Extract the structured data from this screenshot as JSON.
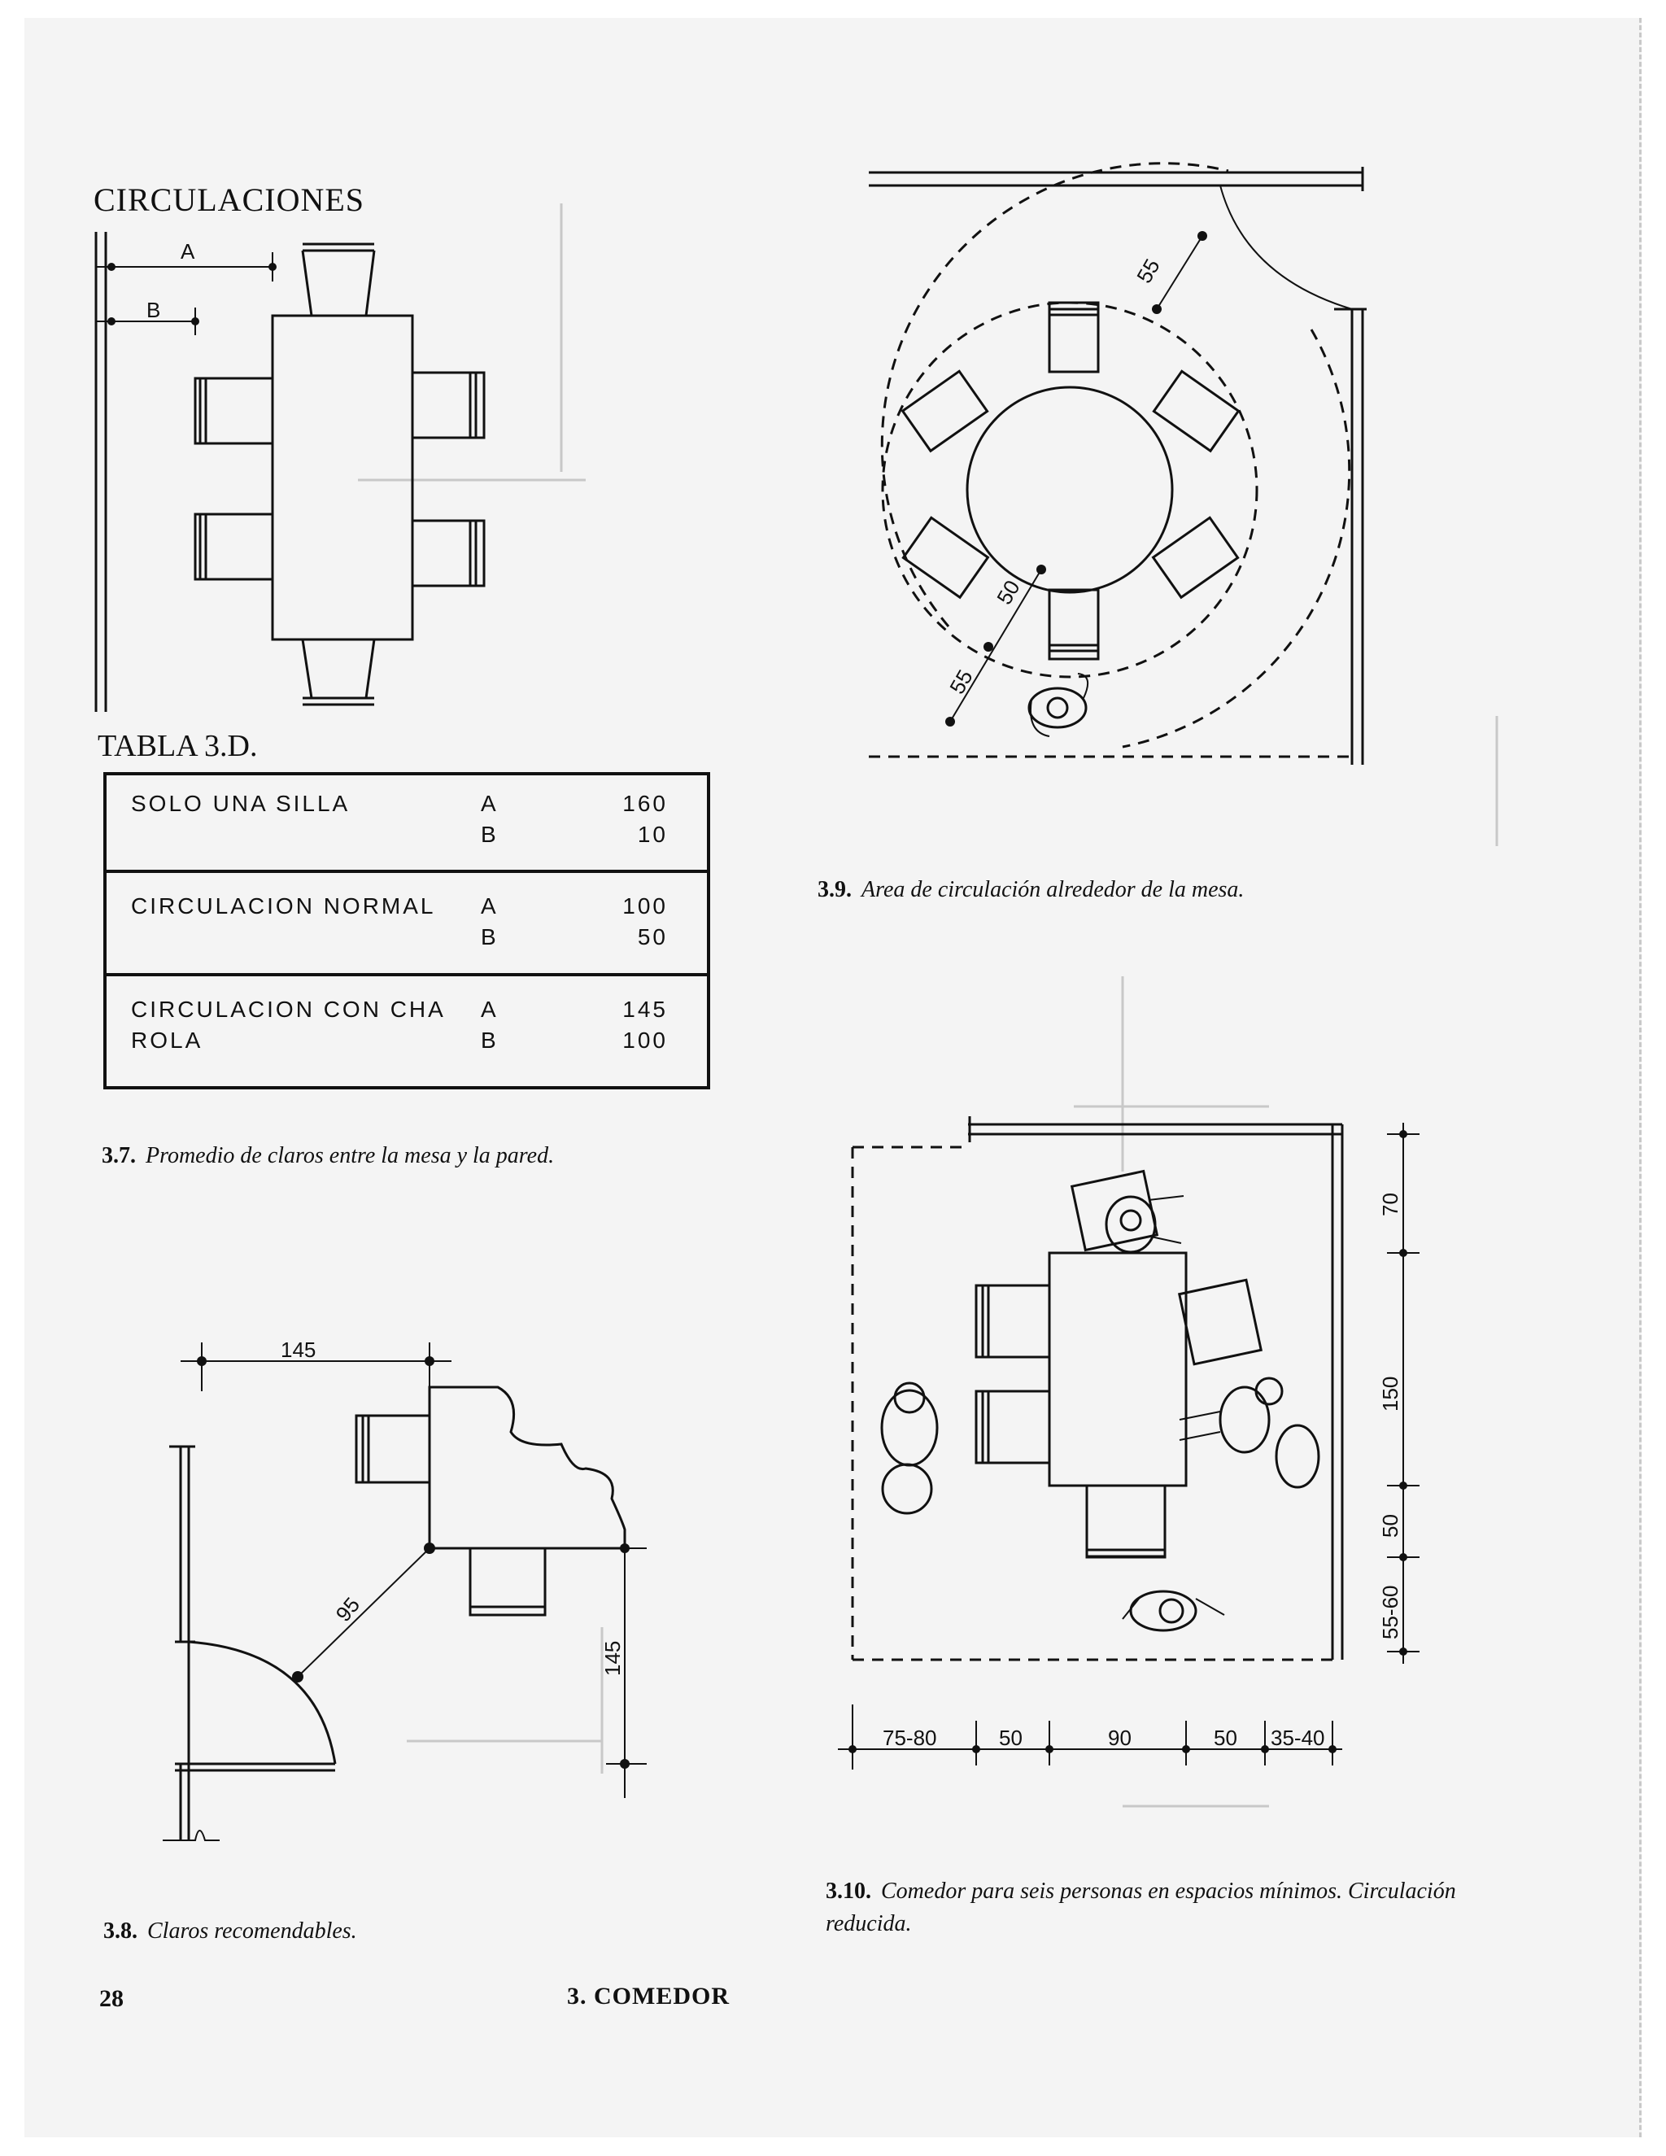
{
  "section_title": "CIRCULACIONES",
  "fig37_labels": {
    "a": "A",
    "b": "B"
  },
  "table": {
    "title": "TABLA 3.D.",
    "rows": [
      {
        "label": "SOLO  UNA  SILLA",
        "keys": "A\nB",
        "values": "160\n10"
      },
      {
        "label": "CIRCULACION NORMAL",
        "keys": "A\nB",
        "values": "100\n50"
      },
      {
        "label": "CIRCULACION  CON CHA\nROLA",
        "keys": "A\nB",
        "values": "145\n100"
      }
    ]
  },
  "captions": {
    "fig37": {
      "num": "3.7.",
      "text": "Promedio de claros entre la mesa y la pared."
    },
    "fig38": {
      "num": "3.8.",
      "text": "Claros recomendables."
    },
    "fig39": {
      "num": "3.9.",
      "text": "Area de circulación alrededor de la mesa."
    },
    "fig310": {
      "num": "3.10.",
      "text": "Comedor para seis personas en espacios mínimos. Circulación reducida."
    }
  },
  "fig38_dims": {
    "top": "145",
    "diagonal": "95",
    "right": "145"
  },
  "fig39_dims": {
    "outer": "55",
    "middle": "50",
    "inner": "55"
  },
  "fig310_dims": {
    "vertical": [
      "70",
      "150",
      "50",
      "55-60"
    ],
    "horizontal": [
      "75-80",
      "50",
      "90",
      "50",
      "35-40"
    ]
  },
  "footer": {
    "page_number": "28",
    "chapter": "3. COMEDOR"
  }
}
